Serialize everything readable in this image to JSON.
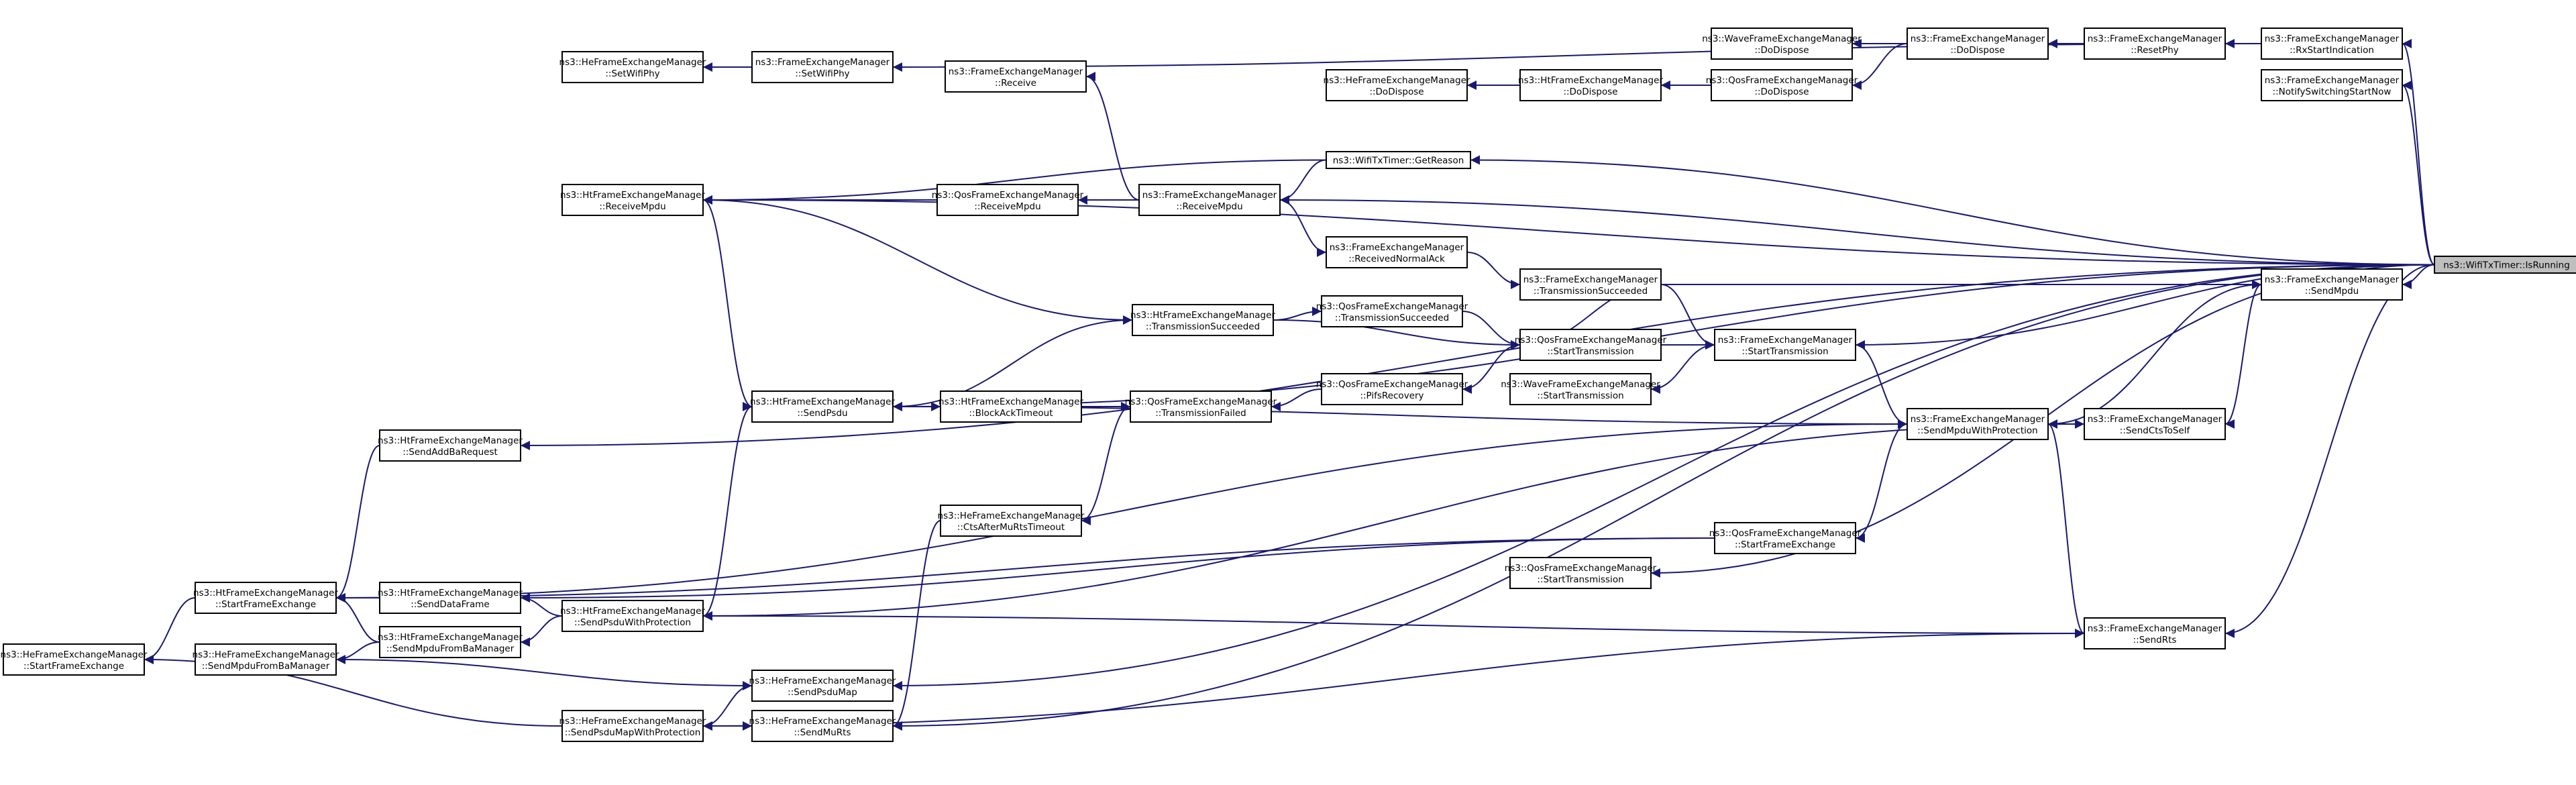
{
  "graph": {
    "root": "n_root",
    "colors": {
      "edge": "#191970",
      "node_fill": "#ffffff",
      "root_fill": "#bfbfbf",
      "node_stroke": "#000000"
    },
    "nodes": [
      {
        "id": "n_root",
        "l1": "ns3::WifiTxTimer::IsRunning",
        "l2": ""
      },
      {
        "id": "n_rxstart",
        "l1": "ns3::FrameExchangeManager",
        "l2": "::RxStartIndication"
      },
      {
        "id": "n_notify",
        "l1": "ns3::FrameExchangeManager",
        "l2": "::NotifySwitchingStartNow"
      },
      {
        "id": "n_resetphy",
        "l1": "ns3::FrameExchangeManager",
        "l2": "::ResetPhy"
      },
      {
        "id": "n_fem_dodispose",
        "l1": "ns3::FrameExchangeManager",
        "l2": "::DoDispose"
      },
      {
        "id": "n_wave_dodispose",
        "l1": "ns3::WaveFrameExchangeManager",
        "l2": "::DoDispose"
      },
      {
        "id": "n_qos_dodispose",
        "l1": "ns3::QosFrameExchangeManager",
        "l2": "::DoDispose"
      },
      {
        "id": "n_ht_dodispose",
        "l1": "ns3::HtFrameExchangeManager",
        "l2": "::DoDispose"
      },
      {
        "id": "n_he_dodispose",
        "l1": "ns3::HeFrameExchangeManager",
        "l2": "::DoDispose"
      },
      {
        "id": "n_he_setwifiphy",
        "l1": "ns3::HeFrameExchangeManager",
        "l2": "::SetWifiPhy"
      },
      {
        "id": "n_fem_setwifiphy",
        "l1": "ns3::FrameExchangeManager",
        "l2": "::SetWifiPhy"
      },
      {
        "id": "n_fem_receive",
        "l1": "ns3::FrameExchangeManager",
        "l2": "::Receive"
      },
      {
        "id": "n_getreason",
        "l1": "ns3::WifiTxTimer::GetReason",
        "l2": ""
      },
      {
        "id": "n_ht_receivempdu",
        "l1": "ns3::HtFrameExchangeManager",
        "l2": "::ReceiveMpdu"
      },
      {
        "id": "n_qos_receivempdu",
        "l1": "ns3::QosFrameExchangeManager",
        "l2": "::ReceiveMpdu"
      },
      {
        "id": "n_fem_receivempdu",
        "l1": "ns3::FrameExchangeManager",
        "l2": "::ReceiveMpdu"
      },
      {
        "id": "n_receivednormalack",
        "l1": "ns3::FrameExchangeManager",
        "l2": "::ReceivedNormalAck"
      },
      {
        "id": "n_fem_txsucceeded",
        "l1": "ns3::FrameExchangeManager",
        "l2": "::TransmissionSucceeded"
      },
      {
        "id": "n_fem_sendmpdu",
        "l1": "ns3::FrameExchangeManager",
        "l2": "::SendMpdu"
      },
      {
        "id": "n_ht_txsucceeded",
        "l1": "ns3::HtFrameExchangeManager",
        "l2": "::TransmissionSucceeded"
      },
      {
        "id": "n_qos_txsucceeded",
        "l1": "ns3::QosFrameExchangeManager",
        "l2": "::TransmissionSucceeded"
      },
      {
        "id": "n_qos_starttx",
        "l1": "ns3::QosFrameExchangeManager",
        "l2": "::StartTransmission"
      },
      {
        "id": "n_fem_starttx",
        "l1": "ns3::FrameExchangeManager",
        "l2": "::StartTransmission"
      },
      {
        "id": "n_qos_pifs",
        "l1": "ns3::QosFrameExchangeManager",
        "l2": "::PifsRecovery"
      },
      {
        "id": "n_wave_starttx",
        "l1": "ns3::WaveFrameExchangeManager",
        "l2": "::StartTransmission"
      },
      {
        "id": "n_ht_sendpsdu",
        "l1": "ns3::HtFrameExchangeManager",
        "l2": "::SendPsdu"
      },
      {
        "id": "n_ht_blockacktimeout",
        "l1": "ns3::HtFrameExchangeManager",
        "l2": "::BlockAckTimeout"
      },
      {
        "id": "n_qos_txfailed",
        "l1": "ns3::QosFrameExchangeManager",
        "l2": "::TransmissionFailed"
      },
      {
        "id": "n_fem_sendmpduwp",
        "l1": "ns3::FrameExchangeManager",
        "l2": "::SendMpduWithProtection"
      },
      {
        "id": "n_fem_sendctstoself",
        "l1": "ns3::FrameExchangeManager",
        "l2": "::SendCtsToSelf"
      },
      {
        "id": "n_ht_sendaddba",
        "l1": "ns3::HtFrameExchangeManager",
        "l2": "::SendAddBaRequest"
      },
      {
        "id": "n_he_ctsaftermurts",
        "l1": "ns3::HeFrameExchangeManager",
        "l2": "::CtsAfterMuRtsTimeout"
      },
      {
        "id": "n_qos_startframeex",
        "l1": "ns3::QosFrameExchangeManager",
        "l2": "::StartFrameExchange"
      },
      {
        "id": "n_qos_starttx2",
        "l1": "ns3::QosFrameExchangeManager",
        "l2": "::StartTransmission"
      },
      {
        "id": "n_ht_startframeex",
        "l1": "ns3::HtFrameExchangeManager",
        "l2": "::StartFrameExchange"
      },
      {
        "id": "n_ht_senddataframe",
        "l1": "ns3::HtFrameExchangeManager",
        "l2": "::SendDataFrame"
      },
      {
        "id": "n_ht_sendpsduwp",
        "l1": "ns3::HtFrameExchangeManager",
        "l2": "::SendPsduWithProtection"
      },
      {
        "id": "n_ht_sendmpdufromba",
        "l1": "ns3::HtFrameExchangeManager",
        "l2": "::SendMpduFromBaManager"
      },
      {
        "id": "n_he_sendmpdufromba",
        "l1": "ns3::HeFrameExchangeManager",
        "l2": "::SendMpduFromBaManager"
      },
      {
        "id": "n_he_startframeex",
        "l1": "ns3::HeFrameExchangeManager",
        "l2": "::StartFrameExchange"
      },
      {
        "id": "n_fem_sendrts",
        "l1": "ns3::FrameExchangeManager",
        "l2": "::SendRts"
      },
      {
        "id": "n_he_sendpsdumap",
        "l1": "ns3::HeFrameExchangeManager",
        "l2": "::SendPsduMap"
      },
      {
        "id": "n_he_sendpsdumapwp",
        "l1": "ns3::HeFrameExchangeManager",
        "l2": "::SendPsduMapWithProtection"
      },
      {
        "id": "n_he_sendmurts",
        "l1": "ns3::HeFrameExchangeManager",
        "l2": "::SendMuRts"
      }
    ],
    "edges": [
      [
        "n_rxstart",
        "n_root"
      ],
      [
        "n_notify",
        "n_root"
      ],
      [
        "n_resetphy",
        "n_rxstart"
      ],
      [
        "n_fem_dodispose",
        "n_resetphy"
      ],
      [
        "n_wave_dodispose",
        "n_fem_dodispose"
      ],
      [
        "n_qos_dodispose",
        "n_fem_dodispose"
      ],
      [
        "n_ht_dodispose",
        "n_qos_dodispose"
      ],
      [
        "n_he_dodispose",
        "n_ht_dodispose"
      ],
      [
        "n_fem_setwifiphy",
        "n_rxstart"
      ],
      [
        "n_he_setwifiphy",
        "n_fem_setwifiphy"
      ],
      [
        "n_fem_receive",
        "n_fem_receivempdu"
      ],
      [
        "n_getreason",
        "n_root"
      ],
      [
        "n_ht_receivempdu",
        "n_getreason"
      ],
      [
        "n_ht_receivempdu",
        "n_root"
      ],
      [
        "n_fem_receivempdu",
        "n_getreason"
      ],
      [
        "n_fem_receivempdu",
        "n_root"
      ],
      [
        "n_qos_receivempdu",
        "n_fem_receivempdu"
      ],
      [
        "n_ht_receivempdu",
        "n_qos_receivempdu"
      ],
      [
        "n_receivednormalack",
        "n_fem_receivempdu"
      ],
      [
        "n_fem_txsucceeded",
        "n_receivednormalack"
      ],
      [
        "n_fem_sendmpdu",
        "n_fem_txsucceeded"
      ],
      [
        "n_fem_sendmpdu",
        "n_root"
      ],
      [
        "n_ht_txsucceeded",
        "n_ht_receivempdu"
      ],
      [
        "n_qos_txsucceeded",
        "n_ht_txsucceeded"
      ],
      [
        "n_qos_starttx",
        "n_ht_txsucceeded"
      ],
      [
        "n_qos_starttx",
        "n_qos_txsucceeded"
      ],
      [
        "n_qos_starttx",
        "n_fem_txsucceeded"
      ],
      [
        "n_fem_starttx",
        "n_fem_txsucceeded"
      ],
      [
        "n_fem_starttx",
        "n_qos_starttx"
      ],
      [
        "n_fem_starttx",
        "n_root"
      ],
      [
        "n_qos_pifs",
        "n_qos_starttx"
      ],
      [
        "n_wave_starttx",
        "n_fem_starttx"
      ],
      [
        "n_ht_sendpsdu",
        "n_ht_receivempdu"
      ],
      [
        "n_ht_sendpsdu",
        "n_ht_txsucceeded"
      ],
      [
        "n_ht_sendpsdu",
        "n_root"
      ],
      [
        "n_ht_blockacktimeout",
        "n_ht_sendpsdu"
      ],
      [
        "n_qos_txfailed",
        "n_ht_blockacktimeout"
      ],
      [
        "n_qos_txfailed",
        "n_qos_pifs"
      ],
      [
        "n_fem_sendmpduwp",
        "n_fem_starttx"
      ],
      [
        "n_fem_sendmpduwp",
        "n_fem_sendmpdu"
      ],
      [
        "n_fem_sendmpduwp",
        "n_ht_sendpsdu"
      ],
      [
        "n_fem_sendctstoself",
        "n_fem_sendmpduwp"
      ],
      [
        "n_fem_sendctstoself",
        "n_fem_sendmpdu"
      ],
      [
        "n_ht_sendaddba",
        "n_root"
      ],
      [
        "n_he_ctsaftermurts",
        "n_qos_txfailed"
      ],
      [
        "n_qos_startframeex",
        "n_fem_sendmpduwp"
      ],
      [
        "n_qos_starttx2",
        "n_root"
      ],
      [
        "n_ht_startframeex",
        "n_ht_sendaddba"
      ],
      [
        "n_ht_startframeex",
        "n_fem_sendmpduwp"
      ],
      [
        "n_ht_startframeex",
        "n_qos_startframeex"
      ],
      [
        "n_ht_senddataframe",
        "n_qos_startframeex"
      ],
      [
        "n_ht_sendpsduwp",
        "n_ht_sendpsdu"
      ],
      [
        "n_ht_sendpsduwp",
        "n_fem_sendctstoself"
      ],
      [
        "n_ht_sendmpdufromba",
        "n_ht_sendpsduwp"
      ],
      [
        "n_he_sendmpdufromba",
        "n_ht_sendmpdufromba"
      ],
      [
        "n_he_startframeex",
        "n_ht_startframeex"
      ],
      [
        "n_ht_startframeex",
        "n_ht_senddataframe"
      ],
      [
        "n_ht_startframeex",
        "n_ht_sendmpdufromba"
      ],
      [
        "n_ht_senddataframe",
        "n_ht_sendpsduwp"
      ],
      [
        "n_fem_sendrts",
        "n_fem_sendmpduwp"
      ],
      [
        "n_fem_sendrts",
        "n_root"
      ],
      [
        "n_fem_sendrts",
        "n_ht_sendpsduwp"
      ],
      [
        "n_he_sendpsdumap",
        "n_he_sendmpdufromba"
      ],
      [
        "n_he_sendpsdumapwp",
        "n_he_sendpsdumap"
      ],
      [
        "n_he_sendpsdumapwp",
        "n_fem_sendrts"
      ],
      [
        "n_he_startframeex",
        "n_he_sendpsdumapwp"
      ],
      [
        "n_he_sendmurts",
        "n_he_sendpsdumapwp"
      ],
      [
        "n_he_sendmurts",
        "n_he_ctsaftermurts"
      ],
      [
        "n_he_sendmurts",
        "n_root"
      ],
      [
        "n_he_sendpsdumap",
        "n_root"
      ]
    ]
  }
}
